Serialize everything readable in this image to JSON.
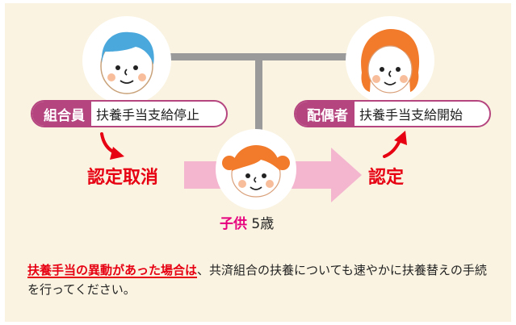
{
  "member": {
    "role": "組合員",
    "status": "扶養手当支給停止"
  },
  "spouse": {
    "role": "配偶者",
    "status": "扶養手当支給開始"
  },
  "outcomes": {
    "left": "認定取消",
    "right": "認定"
  },
  "child": {
    "label": "子供",
    "age": "5歳"
  },
  "note": {
    "highlight": "扶養手当の異動があった場合は",
    "rest": "、共済組合の扶養についても速やかに扶養替えの手続を行ってください。"
  },
  "colors": {
    "panel": "#faf3e1",
    "role_fill": "#b5457f",
    "alert_red": "#e60012",
    "arrow_pink": "#f4b6cf",
    "connector": "#9a9a9a"
  },
  "icons": [
    "father-face-icon",
    "mother-face-icon",
    "child-face-icon",
    "curved-arrow-down-icon",
    "curved-arrow-up-icon",
    "big-right-arrow-icon"
  ]
}
